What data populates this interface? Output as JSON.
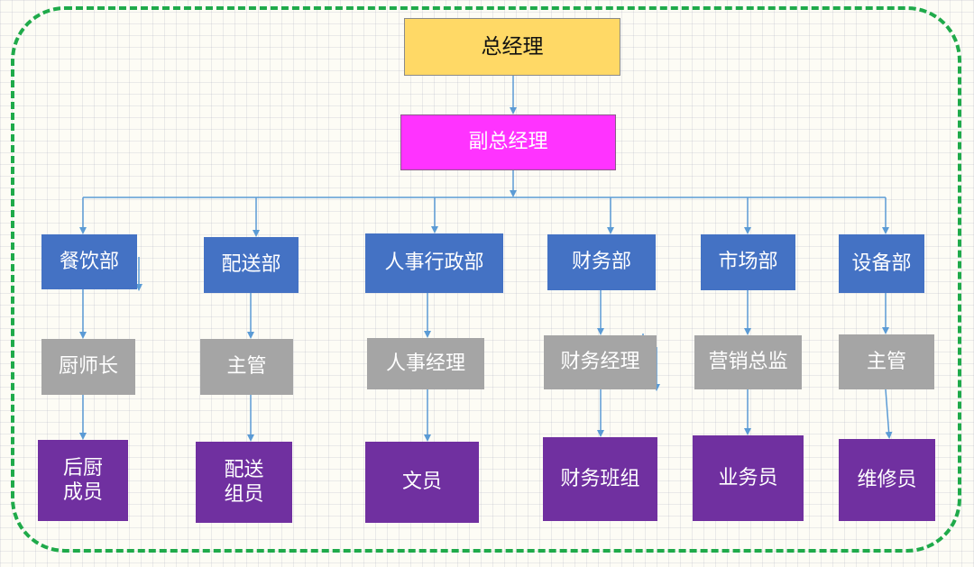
{
  "chart": {
    "general_manager": "总经理",
    "deputy_manager": "副总经理",
    "departments": [
      {
        "name": "餐饮部",
        "manager": "厨师长",
        "staff": "后厨\n成员"
      },
      {
        "name": "配送部",
        "manager": "主管",
        "staff": "配送\n组员"
      },
      {
        "name": "人事行政部",
        "manager": "人事经理",
        "staff": "文员"
      },
      {
        "name": "财务部",
        "manager": "财务经理",
        "staff": "财务班组"
      },
      {
        "name": "市场部",
        "manager": "营销总监",
        "staff": "业务员"
      },
      {
        "name": "设备部",
        "manager": "主管",
        "staff": "维修员"
      }
    ]
  },
  "colors": {
    "frame": "#1faa4a",
    "general_manager": "#ffd966",
    "deputy_manager": "#ff33ff",
    "department": "#4472c4",
    "manager": "#a5a5a5",
    "staff": "#7030a0",
    "connector": "#5b9bd5"
  }
}
